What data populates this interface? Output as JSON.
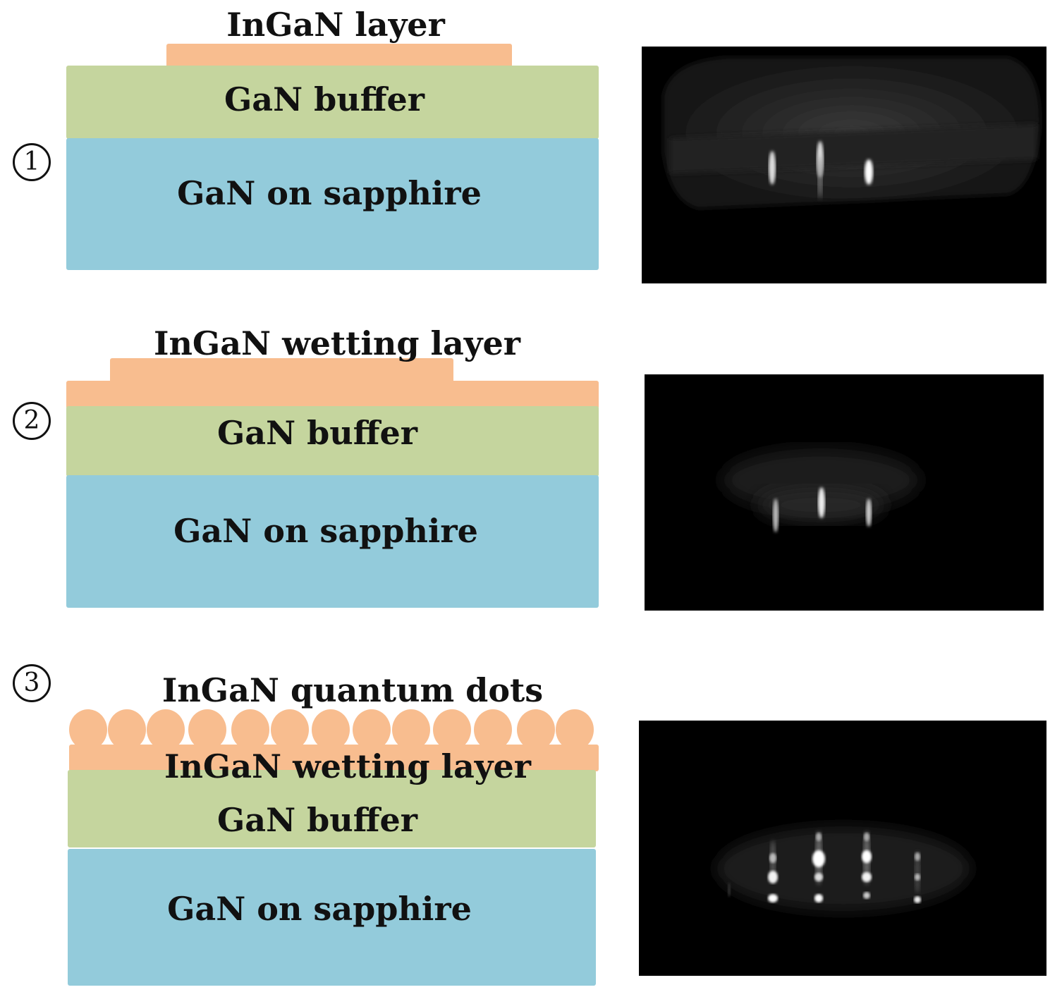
{
  "colors": {
    "ingan": "#f8bd8f",
    "gan_buffer": "#c5d59e",
    "gan_sapphire": "#93cbdb",
    "rheed_bg": "#000000"
  },
  "panels": [
    {
      "step": "1",
      "labels": {
        "top": "InGaN layer",
        "buffer": "GaN buffer",
        "substrate": "GaN on sapphire"
      }
    },
    {
      "step": "2",
      "labels": {
        "top": "InGaN wetting layer",
        "buffer": "GaN buffer",
        "substrate": "GaN on sapphire"
      }
    },
    {
      "step": "3",
      "labels": {
        "top": "InGaN quantum dots",
        "wetting": "InGaN wetting layer",
        "buffer": "GaN buffer",
        "substrate": "GaN on sapphire"
      }
    }
  ]
}
